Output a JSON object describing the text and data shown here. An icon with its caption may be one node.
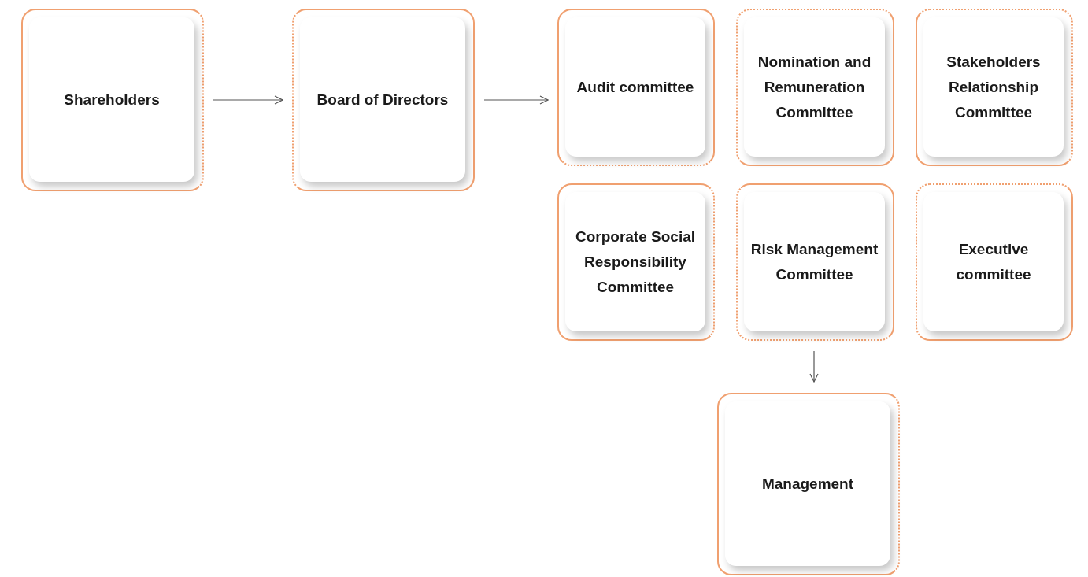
{
  "diagram": {
    "nodes": [
      {
        "text": [
          "Shareholders"
        ]
      },
      {
        "text": [
          "Board of Directors"
        ]
      },
      {
        "text": [
          "Audit committee"
        ]
      },
      {
        "text": [
          "Nomination and Remuneration Committee"
        ]
      },
      {
        "text": [
          "Stakeholders Relationship Committee"
        ]
      },
      {
        "text": [
          "Corporate Social Responsibility Committee"
        ]
      },
      {
        "text": [
          "Risk Management Committee"
        ]
      },
      {
        "text": [
          "Executive committee"
        ]
      },
      {
        "text": [
          "Management"
        ]
      }
    ],
    "edges": [
      {
        "from": 0,
        "to": 1,
        "arrow": "to"
      },
      {
        "from": 1,
        "to": 2,
        "arrow": "to"
      },
      {
        "from": 6,
        "to": 8,
        "arrow": "to"
      }
    ]
  }
}
